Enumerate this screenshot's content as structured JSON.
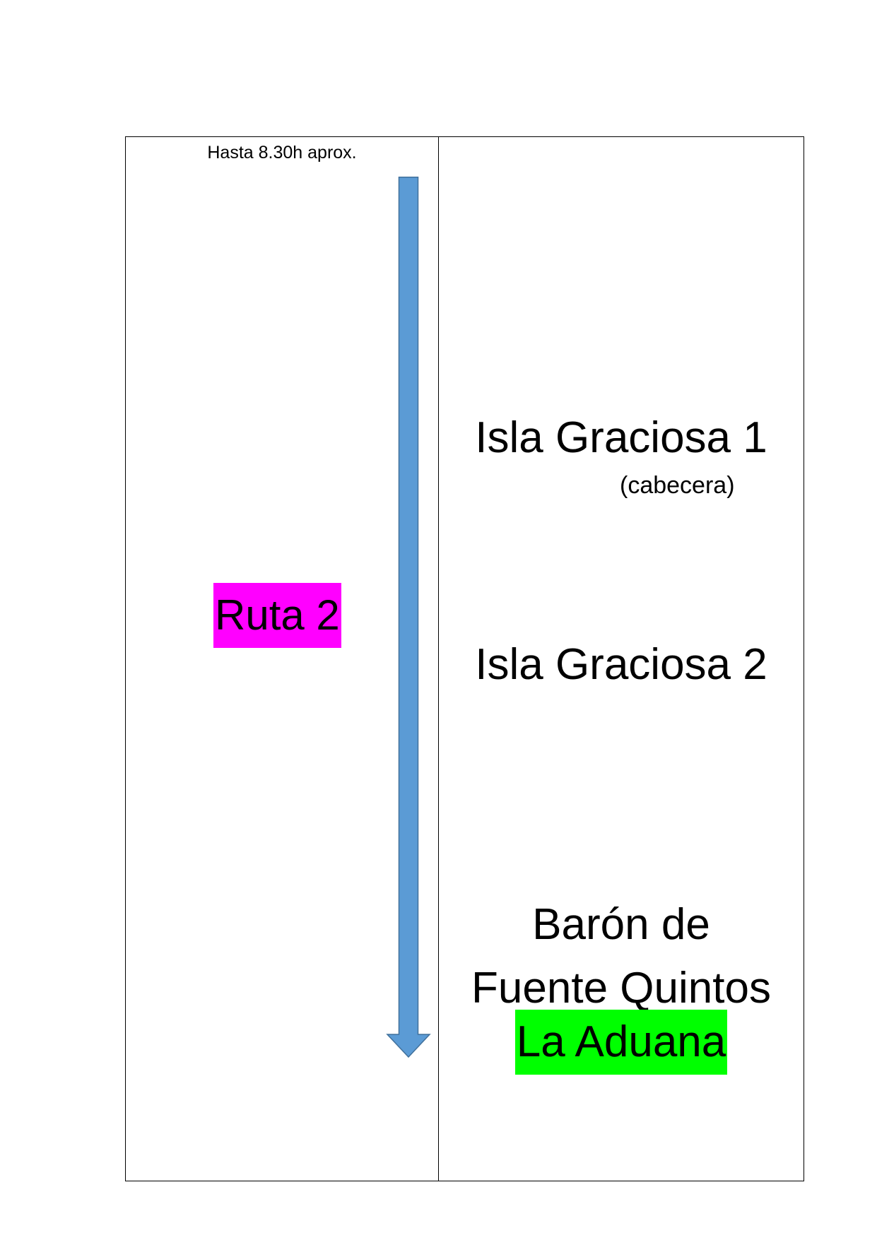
{
  "colors": {
    "route_highlight": "#ff00ff",
    "destination_highlight": "#00ff00",
    "arrow_fill": "#5b9bd5",
    "arrow_stroke": "#41719c"
  },
  "left": {
    "time_note": "Hasta 8.30h aprox.",
    "route_label": "Ruta 2",
    "arrow_icon": "arrow-down-icon"
  },
  "stops": {
    "stop1_name": "Isla Graciosa 1",
    "stop1_note": "(cabecera)",
    "stop2_name": "Isla Graciosa 2",
    "stop3_line1": "Barón de",
    "stop3_line2": "Fuente Quintos",
    "stop4_name": "La Aduana"
  }
}
